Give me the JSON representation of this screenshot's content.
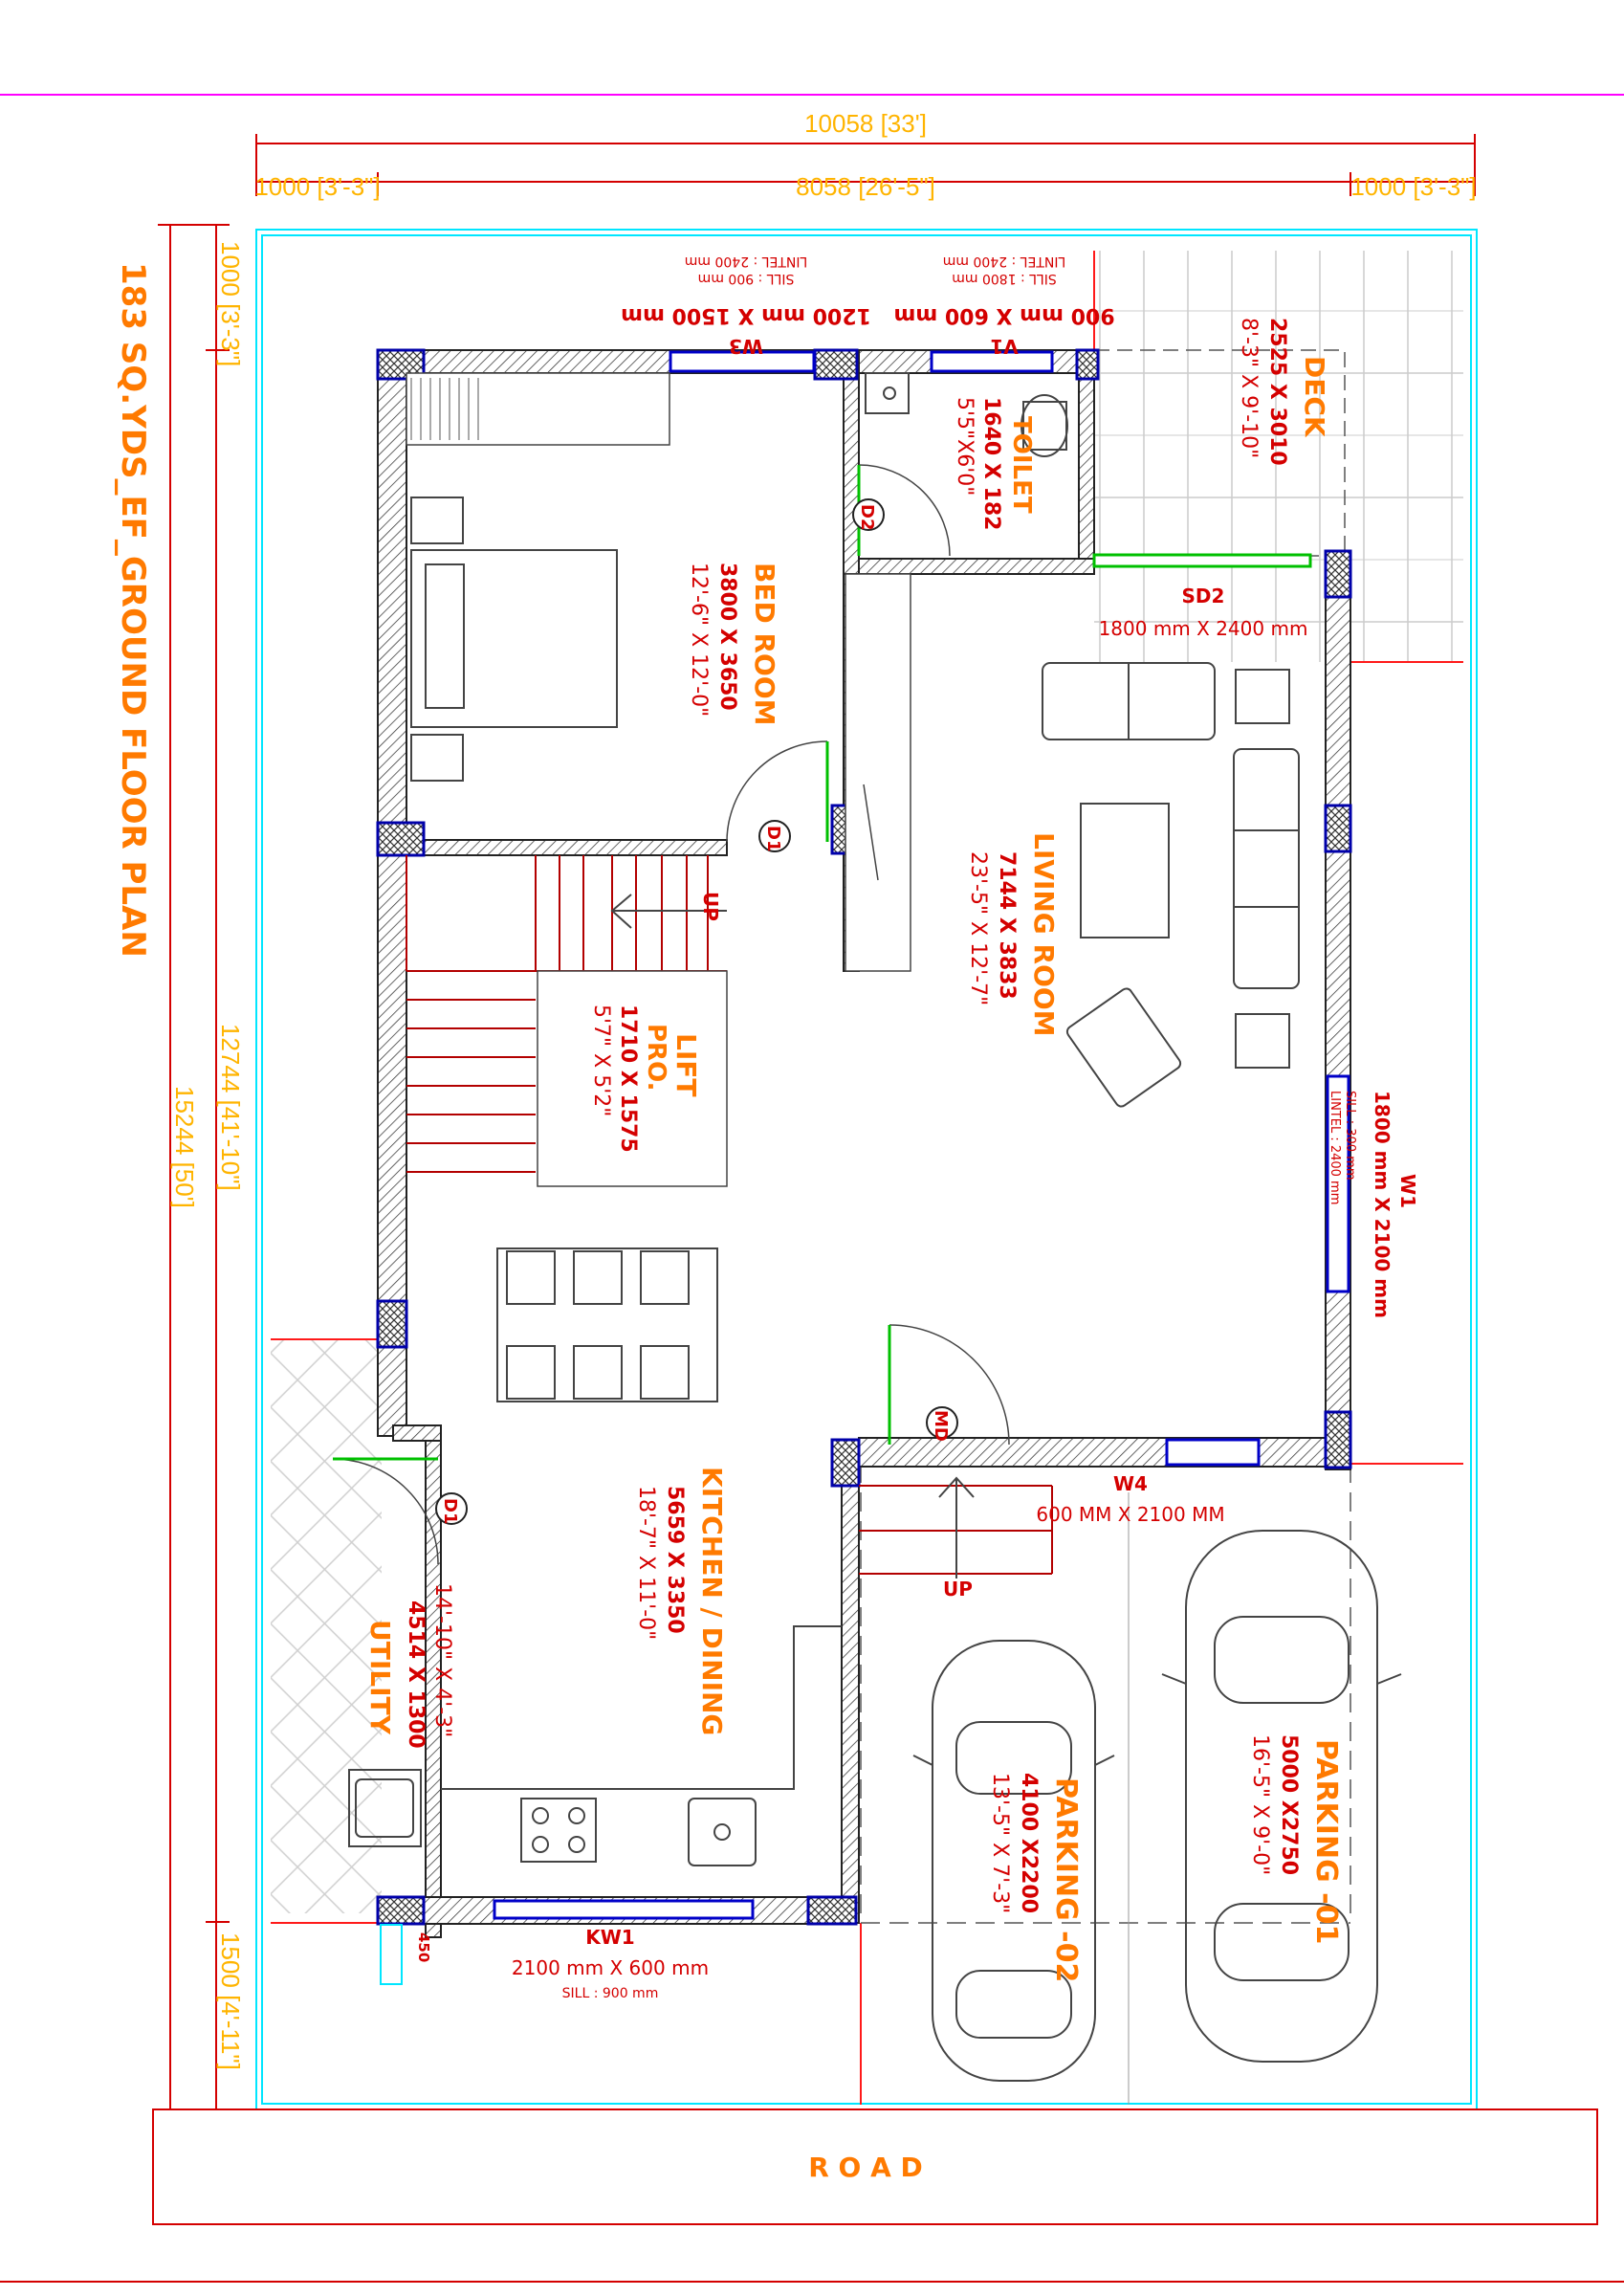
{
  "title": "183 SQ.YDS_EF_GROUND FLOOR PLAN",
  "dimensions": {
    "overall_width": "10058 [33']",
    "left_setback": "1000 [3'-3\"]",
    "inner_width": "8058 [26'-5\"]",
    "right_setback": "1000 [3'-3\"]",
    "top_setback": "1000 [3'-3\"]",
    "inner_depth": "12744 [41'-10\"]",
    "overall_depth": "15244 [50']",
    "front_setback": "1500 [4'-11\"]",
    "sink_offset": "450"
  },
  "rooms": {
    "deck": {
      "name": "DECK",
      "size": "2525 X 3010",
      "imperial": "8'-3\" X 9'-10\""
    },
    "toilet": {
      "name": "TOILET",
      "size": "1640 X 182",
      "imperial": "5'5\"X6'0\""
    },
    "bedroom": {
      "name": "BED ROOM",
      "size": "3800 X 3650",
      "imperial": "12'-6\" X 12'-0\""
    },
    "living": {
      "name": "LIVING ROOM",
      "size": "7144 X 3833",
      "imperial": "23'-5\" X 12'-7\""
    },
    "lift": {
      "name": "LIFT",
      "sub": "PRO.",
      "size": "1710 X 1575",
      "imperial": "5'7\" X 5'2\""
    },
    "kitchen": {
      "name": "KITCHEN / DINING",
      "size": "5659 X 3350",
      "imperial": "18'-7\" X 11'-0\""
    },
    "utility": {
      "name": "UTILITY",
      "size": "4514 X 1300",
      "imperial": "14'-10\" X 4'-3\""
    },
    "parking1": {
      "name": "PARKING -01",
      "size": "5000 X2750",
      "imperial": "16'-5\" X 9'-0\""
    },
    "parking2": {
      "name": "PARKING -02",
      "size": "4100 X2200",
      "imperial": "13'-5\" X 7'-3\""
    }
  },
  "openings": {
    "w3": {
      "tag": "W3",
      "size": "1200 mm X 1500 mm",
      "sill": "SILL  : 900 mm",
      "lintel": "LINTEL : 2400 mm"
    },
    "v1": {
      "tag": "V1",
      "size": "900 mm X 600 mm",
      "sill": "SILL  : 1800 mm",
      "lintel": "LINTEL : 2400 mm"
    },
    "sd2": {
      "tag": "SD2",
      "size": "1800 mm X 2400 mm"
    },
    "w1": {
      "tag": "W1",
      "size": "1800 mm X 2100 mm",
      "sill": "SILL  : 300 mm",
      "lintel": "LINTEL : 2400 mm"
    },
    "w4": {
      "tag": "W4",
      "size": "600 MM X 2100 MM"
    },
    "kw1": {
      "tag": "KW1",
      "size": "2100 mm X 600 mm",
      "sill": "SILL  : 900 mm"
    },
    "d1_bed": "D1",
    "d2": "D2",
    "md": "MD",
    "d1_utility": "D1"
  },
  "stairs": {
    "up1": "UP",
    "up2": "UP"
  },
  "road": "R O A D",
  "colors": {
    "dimension": "#ffb400",
    "room_label": "#ff7a00",
    "room_size": "#d40000",
    "wall_outline": "#00e6ff",
    "boundary": "#ff1a1a",
    "title": "#ff7a00"
  }
}
